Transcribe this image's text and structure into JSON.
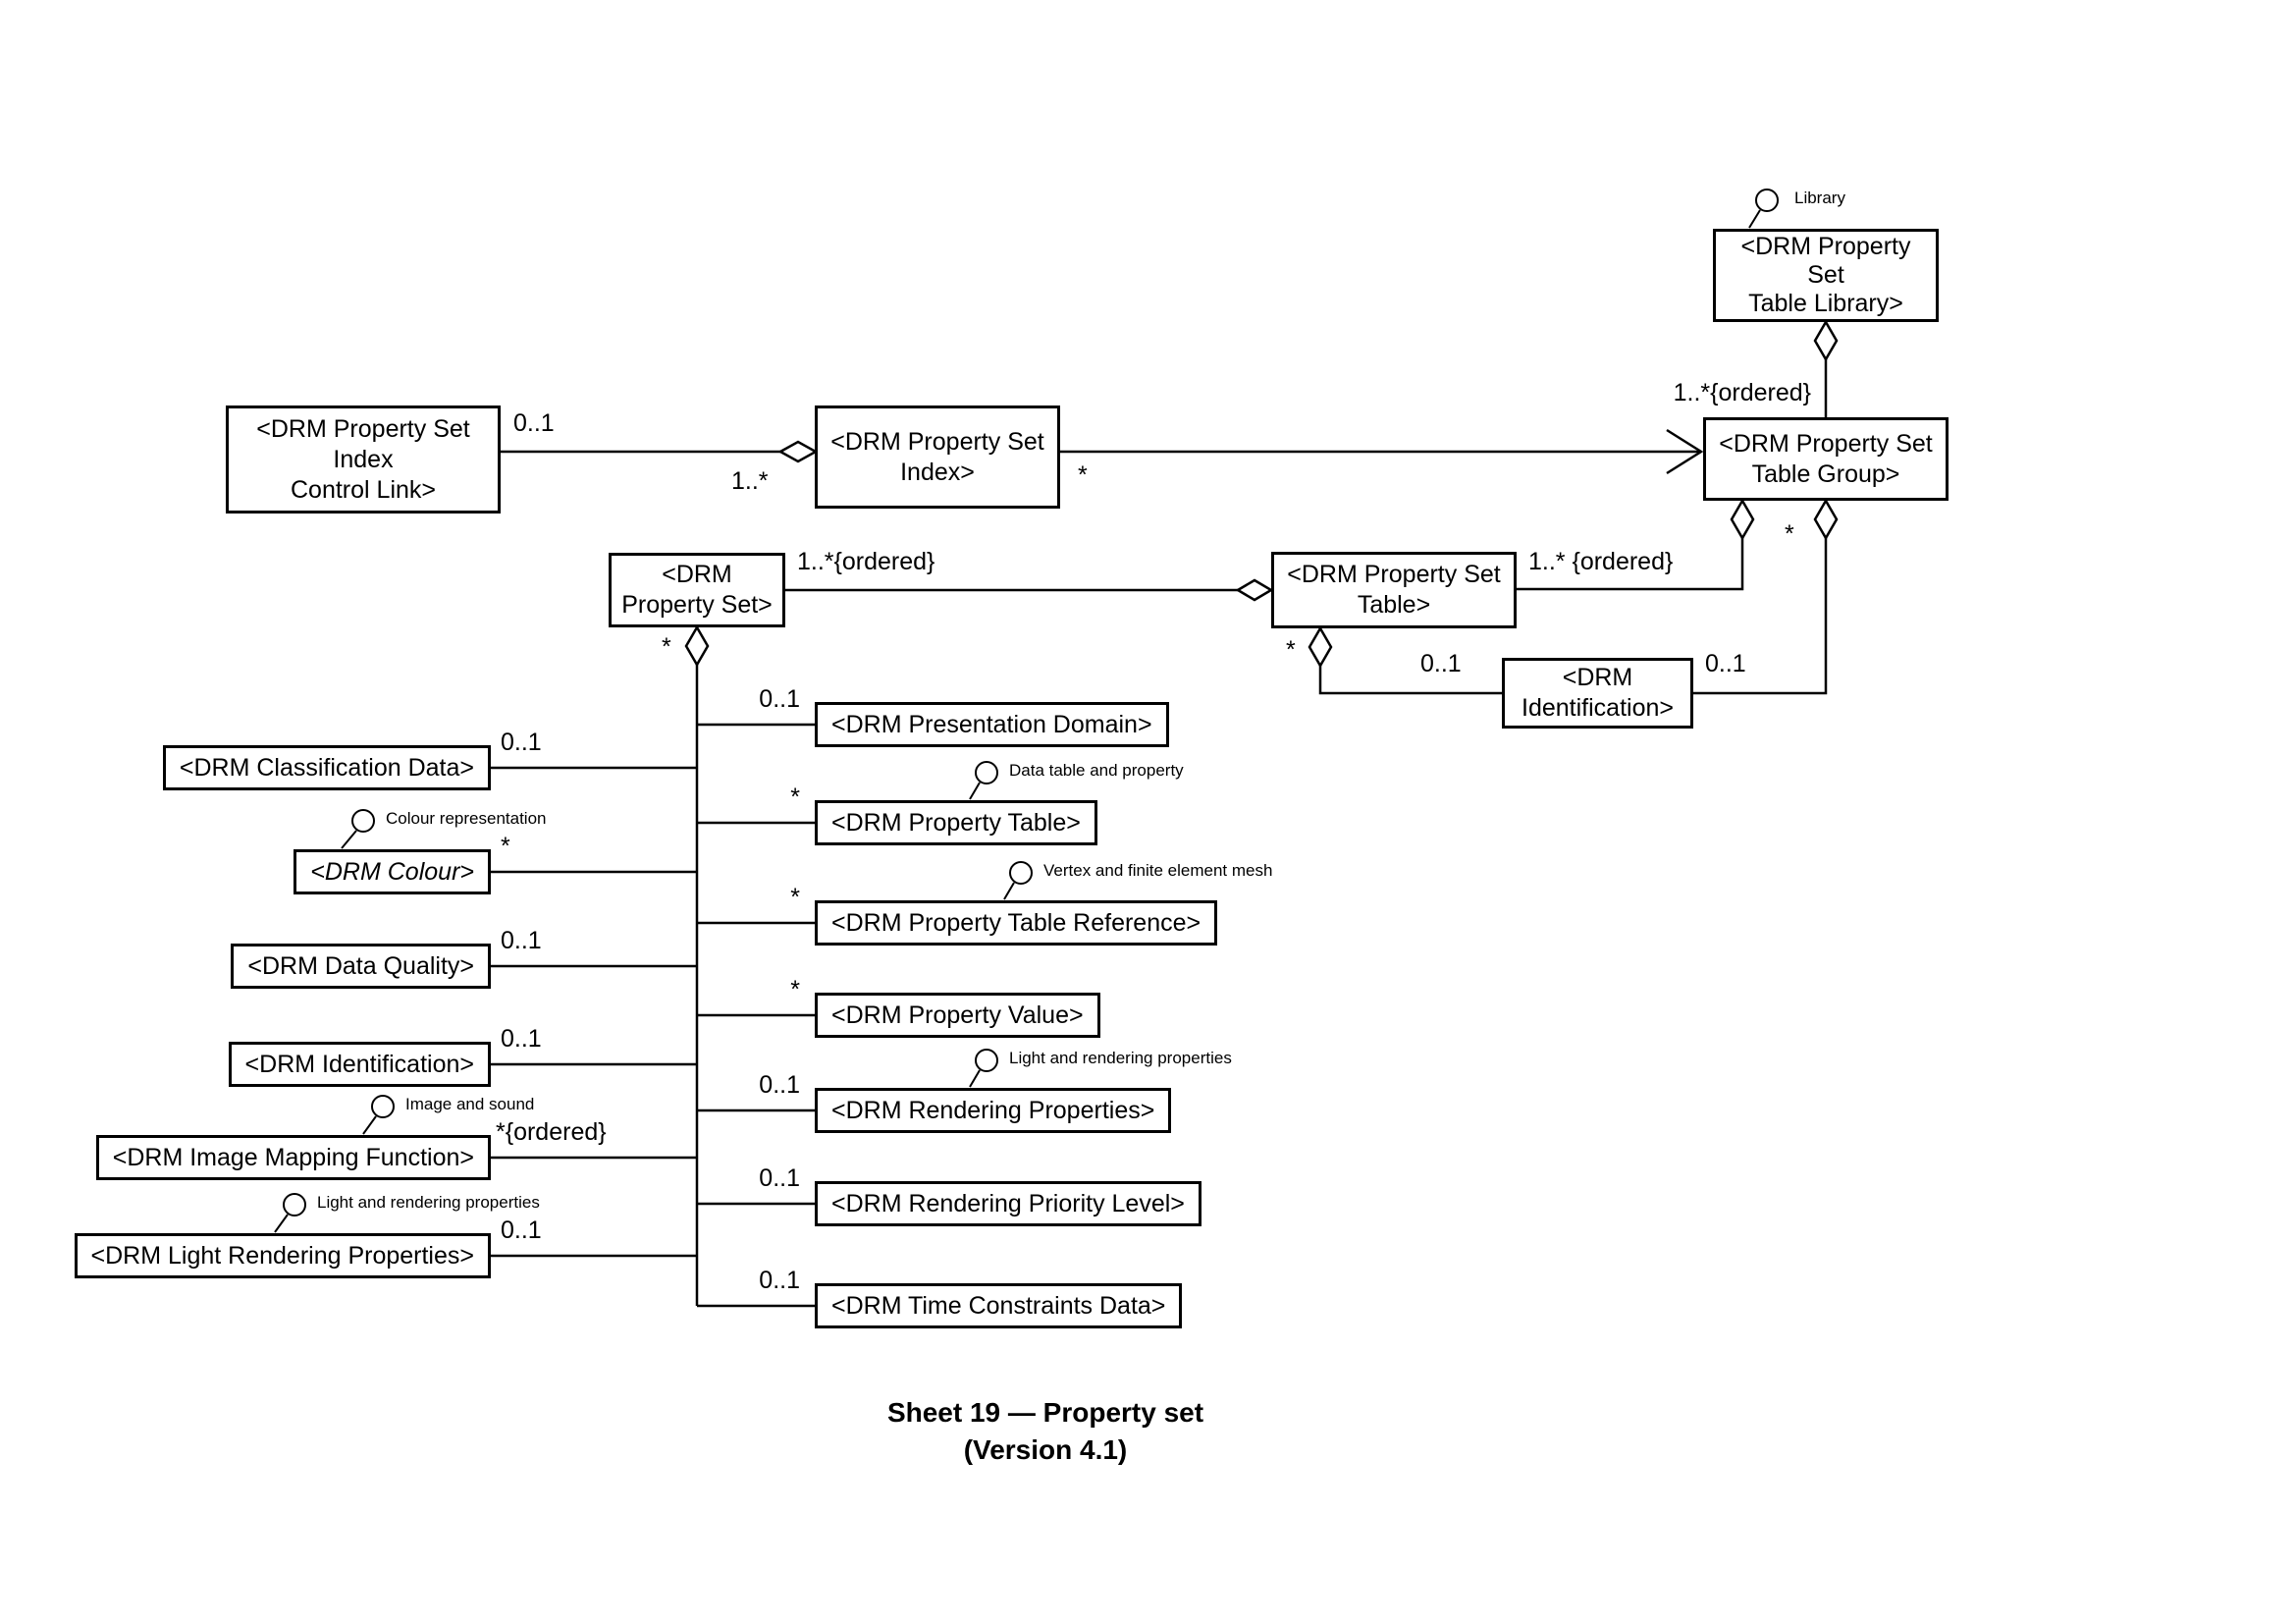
{
  "nodes": {
    "control_link": {
      "lines": [
        "<DRM Property Set",
        "Index",
        "Control Link>"
      ]
    },
    "index": {
      "lines": [
        "<DRM Property Set",
        "Index>"
      ]
    },
    "table_library": {
      "lines": [
        "<DRM Property",
        "Set",
        "Table Library>"
      ]
    },
    "table_group": {
      "lines": [
        "<DRM Property Set",
        "Table Group>"
      ]
    },
    "property_set": {
      "lines": [
        "<DRM",
        "Property Set>"
      ]
    },
    "table": {
      "lines": [
        "<DRM Property Set",
        "Table>"
      ]
    },
    "identification": {
      "lines": [
        "<DRM",
        "Identification>"
      ]
    }
  },
  "left_column": [
    {
      "label": "<DRM Classification Data>",
      "multiplicity": "0..1"
    },
    {
      "label": "<DRM Colour>",
      "multiplicity": "*",
      "annotation": "Colour representation"
    },
    {
      "label": "<DRM Data Quality>",
      "multiplicity": "0..1"
    },
    {
      "label": "<DRM Identification>",
      "multiplicity": "0..1"
    },
    {
      "label": "<DRM Image Mapping Function>",
      "multiplicity": "*{ordered}",
      "annotation": "Image and sound"
    },
    {
      "label": "<DRM Light Rendering Properties>",
      "multiplicity": "0..1",
      "annotation": "Light and rendering properties"
    }
  ],
  "right_column": [
    {
      "label": "<DRM Presentation Domain>",
      "multiplicity": "0..1"
    },
    {
      "label": "<DRM Property Table>",
      "multiplicity": "*",
      "annotation": "Data table and property"
    },
    {
      "label": "<DRM Property Table Reference>",
      "multiplicity": "*",
      "annotation": "Vertex and finite element mesh"
    },
    {
      "label": "<DRM Property Value>",
      "multiplicity": "*"
    },
    {
      "label": "<DRM Rendering Properties>",
      "multiplicity": "0..1",
      "annotation": "Light and rendering properties"
    },
    {
      "label": "<DRM Rendering Priority Level>",
      "multiplicity": "0..1"
    },
    {
      "label": "<DRM Time Constraints Data>",
      "multiplicity": "0..1"
    }
  ],
  "edge_labels": {
    "control_link_mult": "0..1",
    "index_diamond_mult": "1..*",
    "index_to_group_mult": "*",
    "library_to_group_mult": "1..*{ordered}",
    "group_to_table_mult": "1..* {ordered}",
    "group_diamond_mult": "*",
    "group_to_identification_mult": "0..1",
    "property_set_to_table_mult": "1..*{ordered}",
    "property_set_diamond_mult": "*",
    "table_diamond_mult": "*",
    "table_to_identification_mult": "0..1"
  },
  "annotations": {
    "library": "Library"
  },
  "caption": {
    "line1": "Sheet 19 — Property set",
    "line2": "(Version 4.1)"
  }
}
